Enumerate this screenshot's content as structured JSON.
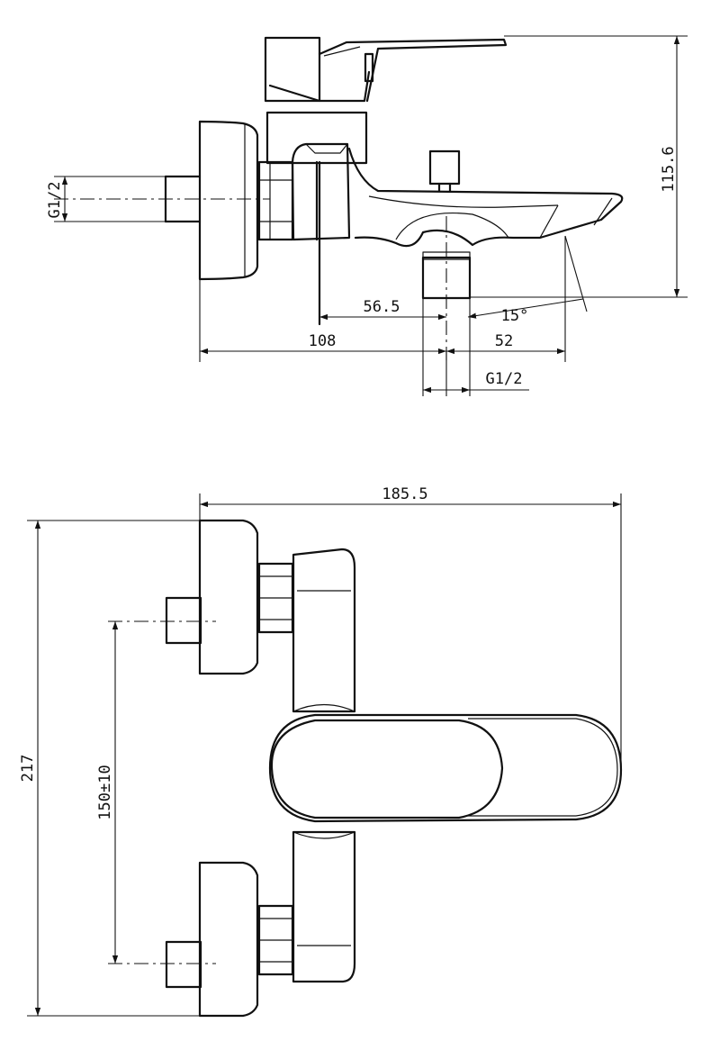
{
  "top_view": {
    "dims": {
      "height_total": "115.6",
      "pipe_thread_left": "G1/2",
      "spout_offset": "56.5",
      "spout_angle": "15°",
      "wall_to_outlet": "108",
      "outlet_to_tip": "52",
      "outlet_thread": "G1/2"
    }
  },
  "front_view": {
    "dims": {
      "overall_width": "185.5",
      "overall_height": "217",
      "inlet_spacing": "150±10"
    }
  }
}
